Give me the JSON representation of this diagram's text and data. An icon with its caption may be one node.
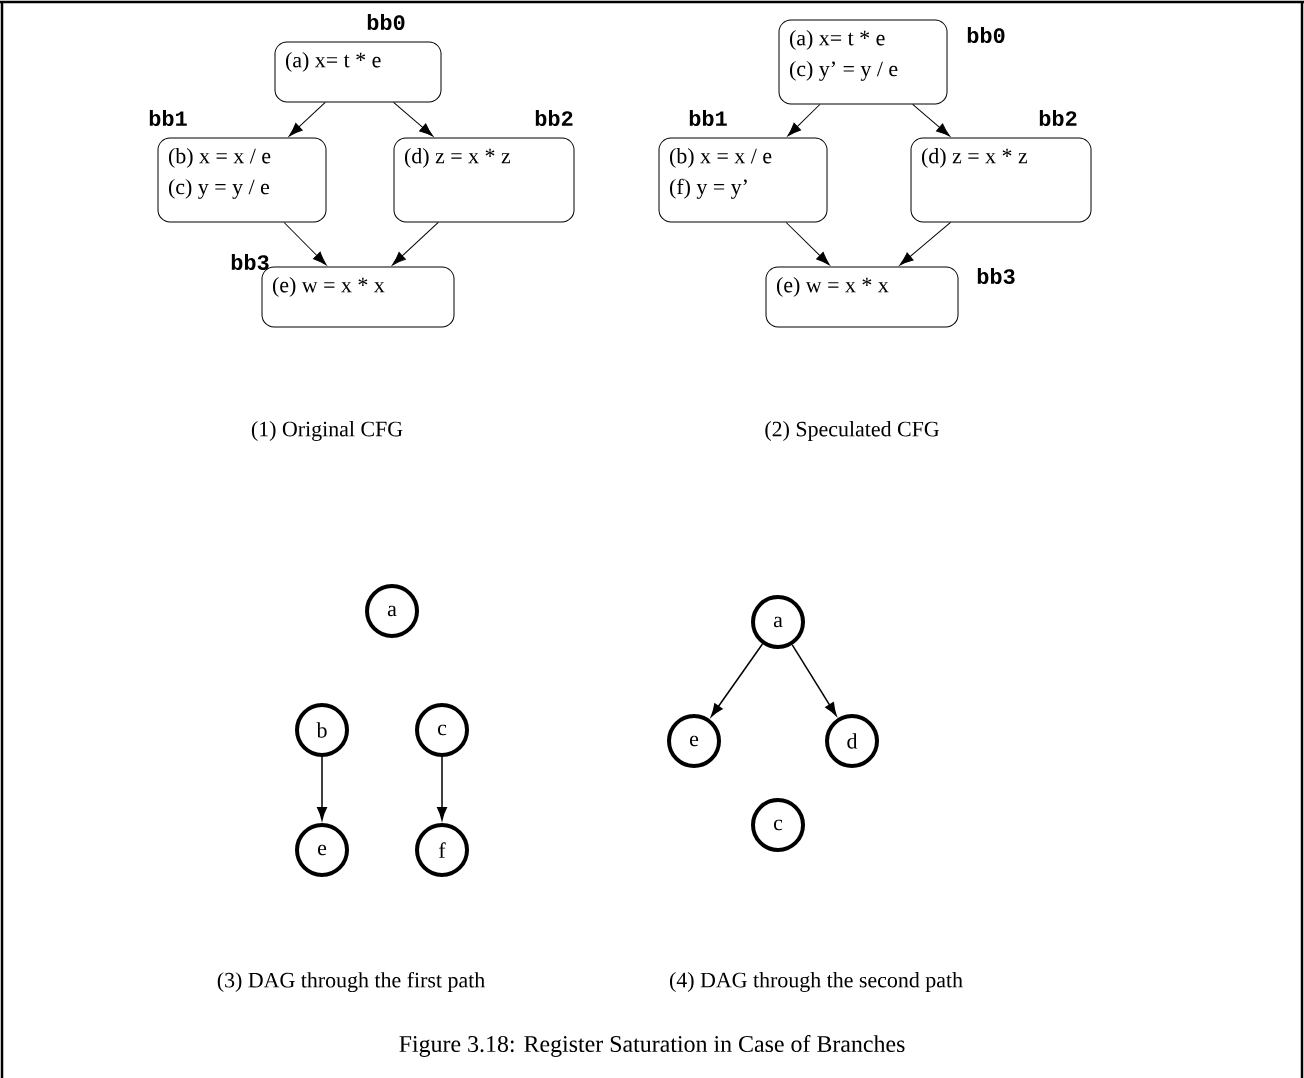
{
  "diagram": {
    "caption": "Figure 3.18: Register Saturation in Case of Branches",
    "nodes": [
      {
        "text": [
          "(a) x= t * e"
        ],
        "beside": [
          "bb0"
        ]
      },
      {
        "text": [
          "(b) x = x / e",
          "(c) y = y / e"
        ],
        "beside": [
          "bb1"
        ]
      },
      {
        "text": [
          "(d) z = x * z"
        ],
        "beside": [
          "bb2"
        ]
      },
      {
        "text": [
          "(e) w = x * x"
        ],
        "beside": [
          "bb3"
        ]
      },
      {
        "text": [
          "(a) x= t * e",
          "(c) y’ = y / e"
        ],
        "beside": [
          "bb0"
        ]
      },
      {
        "text": [
          "(b) x = x / e",
          "(f) y = y’"
        ],
        "beside": [
          "bb1"
        ]
      },
      {
        "text": [
          "(d) z = x * z"
        ],
        "beside": [
          "bb2"
        ]
      },
      {
        "text": [
          "(e) w = x * x"
        ],
        "beside": [
          "bb3"
        ]
      },
      {
        "text": [
          "a"
        ]
      },
      {
        "text": [
          "b"
        ]
      },
      {
        "text": [
          "c"
        ]
      },
      {
        "text": [
          "e"
        ]
      },
      {
        "text": [
          "f"
        ]
      },
      {
        "text": [
          "a"
        ]
      },
      {
        "text": [
          "e"
        ]
      },
      {
        "text": [
          "d"
        ]
      },
      {
        "text": [
          "c"
        ]
      }
    ],
    "edges": [
      {
        "from": 0,
        "to": 1,
        "arrow": "to"
      },
      {
        "from": 0,
        "to": 2,
        "arrow": "to"
      },
      {
        "from": 1,
        "to": 3,
        "arrow": "to"
      },
      {
        "from": 2,
        "to": 3,
        "arrow": "to"
      },
      {
        "from": 4,
        "to": 5,
        "arrow": "to"
      },
      {
        "from": 4,
        "to": 6,
        "arrow": "to"
      },
      {
        "from": 5,
        "to": 7,
        "arrow": "to"
      },
      {
        "from": 6,
        "to": 7,
        "arrow": "to"
      },
      {
        "from": 9,
        "to": 11,
        "arrow": "to"
      },
      {
        "from": 10,
        "to": 12,
        "arrow": "to"
      },
      {
        "from": 13,
        "to": 14,
        "arrow": "to"
      },
      {
        "from": 13,
        "to": 15,
        "arrow": "to"
      }
    ],
    "labels": [
      "(1) Original CFG",
      "(2) Speculated CFG",
      "(3) DAG through the first path",
      "(4) DAG through the second path"
    ]
  }
}
